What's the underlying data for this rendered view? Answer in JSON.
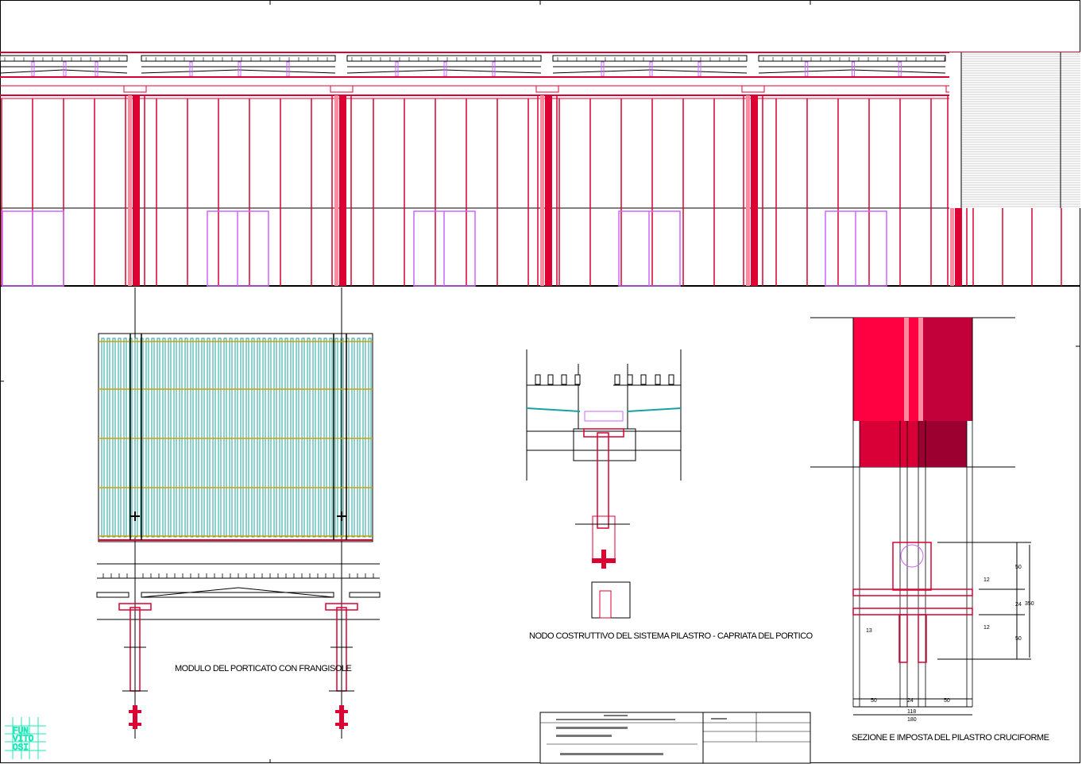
{
  "drawing": {
    "captions": {
      "module": "MODULO DEL PORTICATO CON FRANGISOLE",
      "node": "NODO COSTRUTTIVO DEL SISTEMA PILASTRO - CAPRIATA DEL PORTICO",
      "section": "SEZIONE E IMPOSTA DEL PILASTRO CRUCIFORME"
    },
    "dimensions": {
      "top": "50",
      "mid": "24",
      "bottom": "50",
      "total_height": "350",
      "gap_top": "12",
      "gap_bottom": "12",
      "side": "13",
      "base_left": "50",
      "base_mid": "24",
      "base_right": "50",
      "base_a": "118",
      "base_total": "180"
    },
    "logo": [
      "FUN",
      "VITO",
      "OSI"
    ],
    "colors": {
      "structure": "#dc0033",
      "structure_light": "#ff8aa0",
      "glass": "#cc66ff",
      "louver": "#1aa0a0",
      "logo": "#1ee8b8"
    }
  }
}
